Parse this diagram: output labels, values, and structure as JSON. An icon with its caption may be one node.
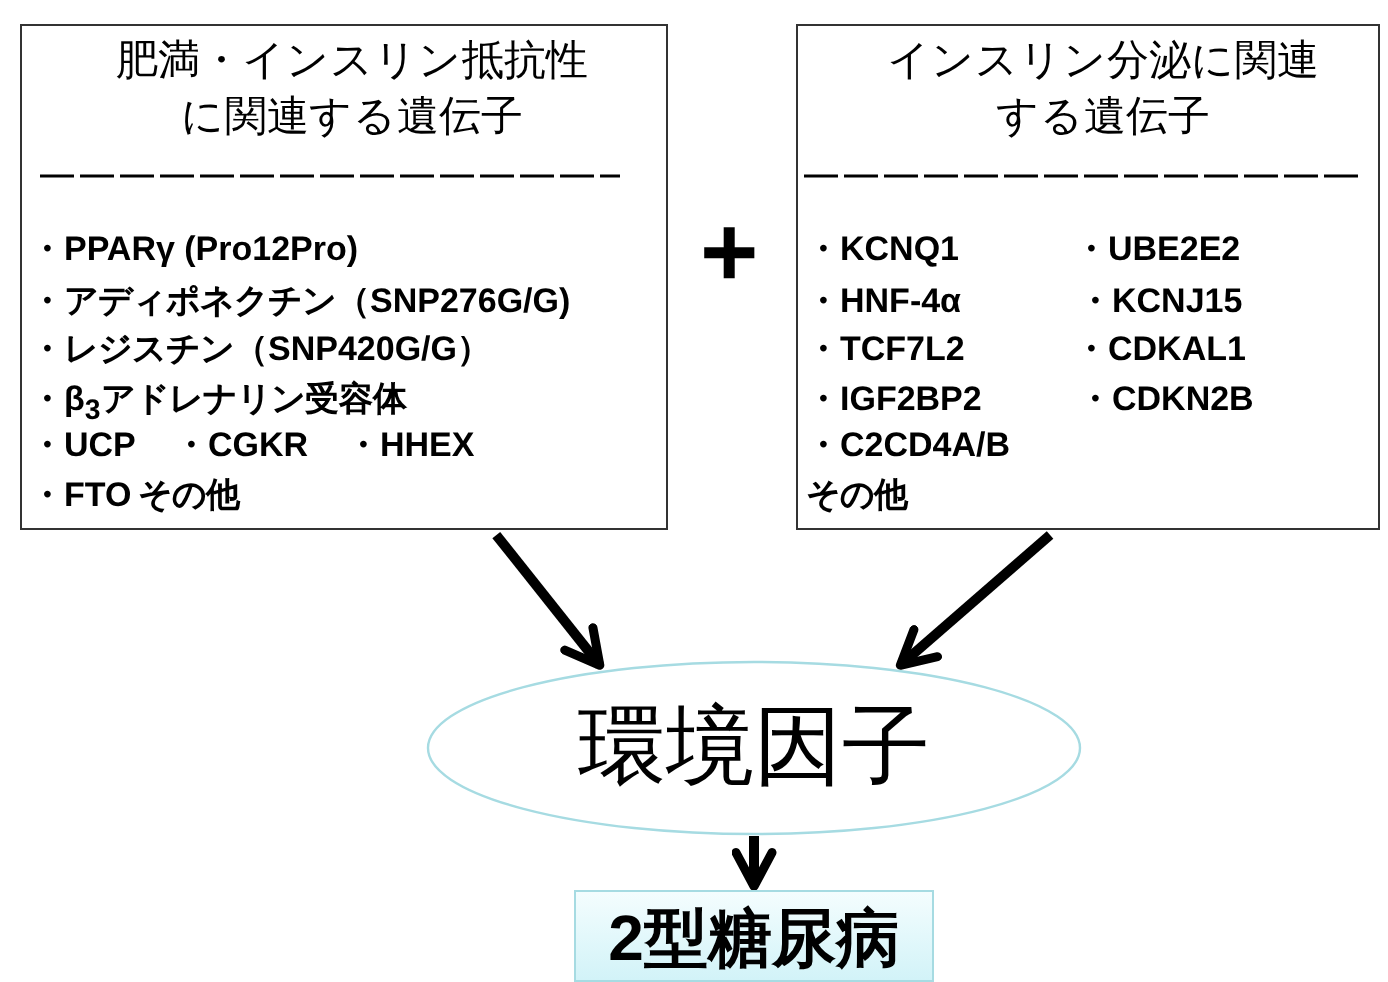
{
  "diagram": {
    "nodes": [
      {
        "text": [
          "肥満・インスリン抵抗性に関連する遺伝子",
          "・PPARγ (Pro12Pro)",
          "・アディポネクチン（SNP276G/G)",
          "・レジスチン（SNP420G/G）",
          "・β$_{3}$アドレナリン受容体",
          "・UCP",
          "・CGKR",
          "・HHEX",
          "・FTO",
          "その他"
        ]
      },
      {
        "text": [
          "インスリン分泌に関連する遺伝子",
          "・KCNQ1",
          "・UBE2E2",
          "・HNF-4α",
          "・KCNJ15",
          "・TCF7L2",
          "・CDKAL1",
          "・IGF2BP2",
          "・CDKN2B",
          "・C2CD4A/B",
          "その他"
        ]
      },
      {
        "text": [
          "環境因子"
        ]
      },
      {
        "text": [
          "2型糖尿病"
        ]
      }
    ],
    "edges": [
      {
        "from": 0,
        "to": 2,
        "arrow": "to"
      },
      {
        "from": 1,
        "to": 2,
        "arrow": "to"
      },
      {
        "from": 2,
        "to": 3,
        "arrow": "to"
      }
    ],
    "labels": [
      "+"
    ]
  }
}
